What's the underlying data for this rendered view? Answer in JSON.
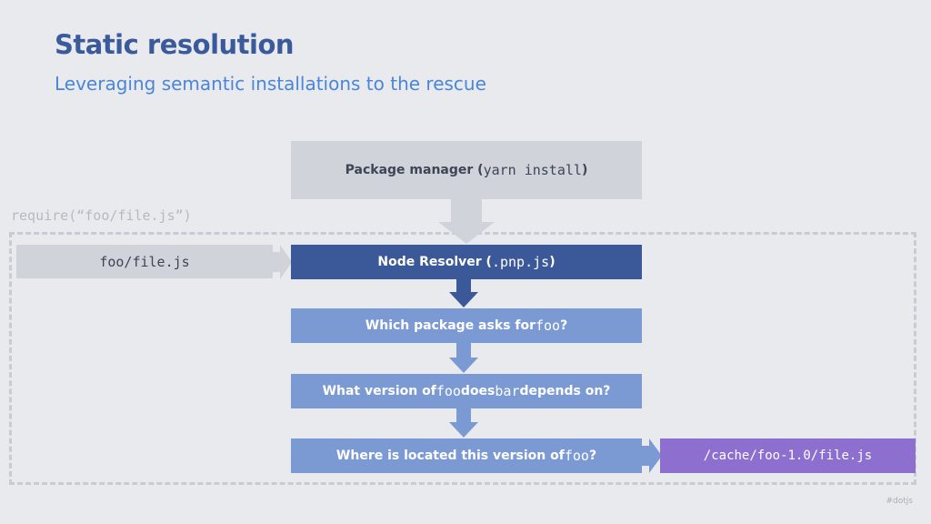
{
  "slide": {
    "title": "Static resolution",
    "subtitle": "Leveraging semantic installations to the rescue",
    "footer": "#dotjs"
  },
  "diagram": {
    "call_label": "require(“foo/file.js”)",
    "package_manager": {
      "text": "Package manager (",
      "code": "yarn install",
      "suffix": ")"
    },
    "input": {
      "code": "foo/file.js"
    },
    "resolver": {
      "text": "Node Resolver (",
      "code": ".pnp.js",
      "suffix": ")"
    },
    "step1": {
      "text": "Which package asks for ",
      "code": "foo",
      "suffix": "?"
    },
    "step2": {
      "text": "What version of ",
      "code1": "foo",
      "mid": " does ",
      "code2": "bar",
      "suffix": " depends on?"
    },
    "step3": {
      "text": "Where is located this version of ",
      "code": "foo",
      "suffix": "?"
    },
    "output": {
      "code": "/cache/foo-1.0/file.js"
    }
  },
  "colors": {
    "background": "#e9eaee",
    "title": "#3a5a9b",
    "subtitle": "#4a86d8",
    "resolver": "#3b5998",
    "step": "#7b9ad3",
    "result": "#8c6fcf",
    "neutral": "#d0d3d9"
  }
}
